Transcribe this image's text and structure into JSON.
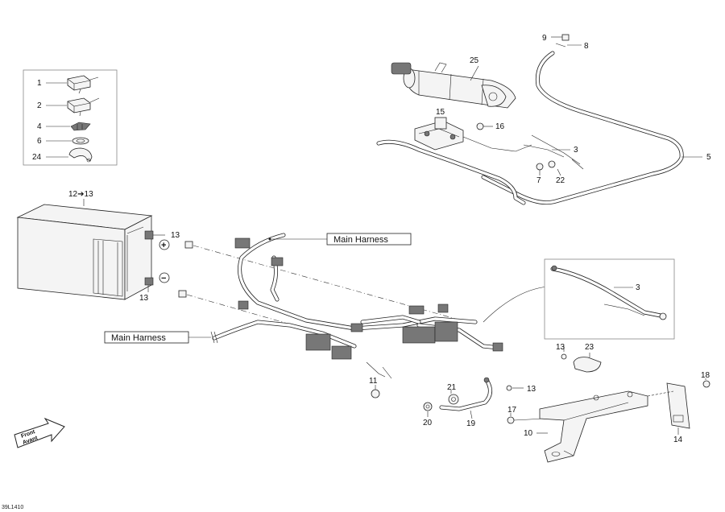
{
  "diagram": {
    "labels": {
      "p1": "1",
      "p2": "2",
      "p3a": "3",
      "p3b": "3",
      "p4": "4",
      "p5": "5",
      "p6": "6",
      "p7": "7",
      "p8": "8",
      "p9": "9",
      "p10": "10",
      "p11": "11",
      "p12_13": "12➔13",
      "p13a": "13",
      "p13b": "13",
      "p13c": "13",
      "p13d": "13",
      "p14": "14",
      "p15": "15",
      "p16": "16",
      "p17": "17",
      "p18": "18",
      "p19": "19",
      "p20": "20",
      "p21": "21",
      "p22": "22",
      "p23": "23",
      "p24": "24",
      "p25": "25"
    },
    "callouts": {
      "main_harness_top": "Main Harness",
      "main_harness_left": "Main Harness"
    },
    "terminals": {
      "positive": "+",
      "negative": "−"
    },
    "front_arrow": {
      "line1": "Front",
      "line2": "Avant"
    },
    "figure_code": "39L1410"
  }
}
